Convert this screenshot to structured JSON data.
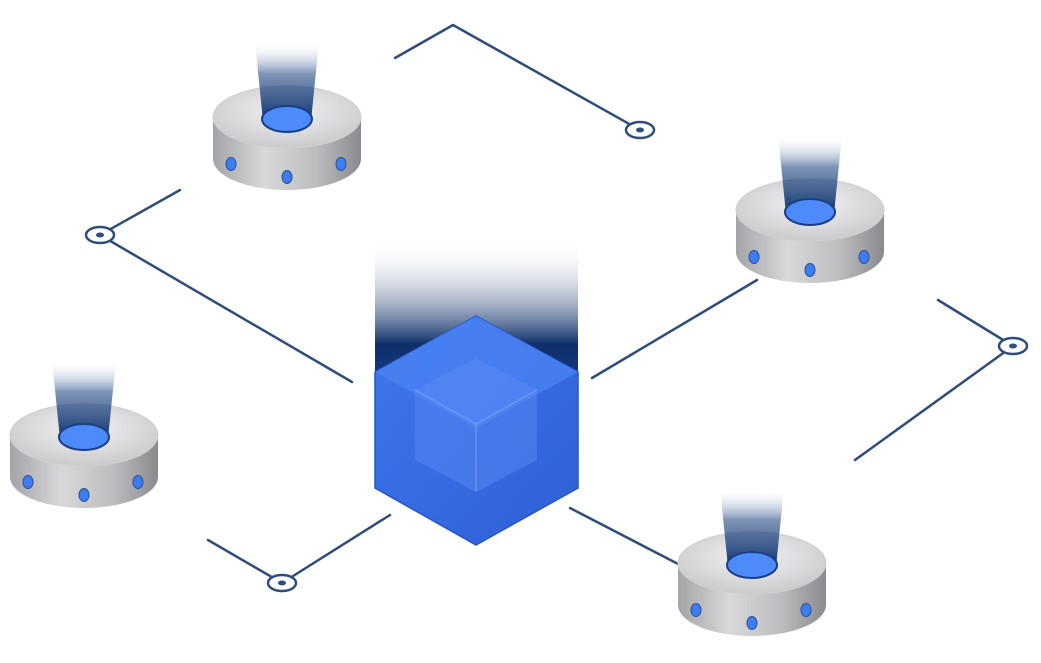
{
  "illustration": {
    "subject": "network-hub",
    "node_count": 4,
    "connector_count": 6
  },
  "colors": {
    "line": "#2e4c7c",
    "cube": "#3a6fe8",
    "cube_inner": "#5a8cf5",
    "beam": "#123a78",
    "pod_light": "#e6e6e8",
    "pod_dark": "#8e8e92",
    "pod_dot": "#3d7df2",
    "background": "#ffffff"
  },
  "icons": [
    "cube-hub-icon",
    "server-pod-icon",
    "connector-node-icon"
  ]
}
